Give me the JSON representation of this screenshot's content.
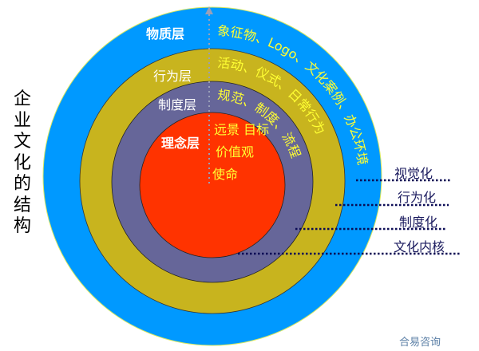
{
  "title": "企业文化的结构",
  "layers": [
    {
      "name": "物质层",
      "content": "象征物、Logo、文化案例、办公环境",
      "color": "#0099ff"
    },
    {
      "name": "行为层",
      "content": "活动、仪式、日常行为",
      "color": "#c8b41e"
    },
    {
      "name": "制度层",
      "content": "规范、制度、流程",
      "color": "#666699"
    },
    {
      "name": "理念层",
      "content_lines": [
        "远景 目标",
        "价值观",
        "使命"
      ],
      "color": "#ff3300"
    }
  ],
  "side_labels": [
    "视觉化",
    "行为化",
    "制度化",
    "文化内核"
  ],
  "brand": "合易咨询"
}
